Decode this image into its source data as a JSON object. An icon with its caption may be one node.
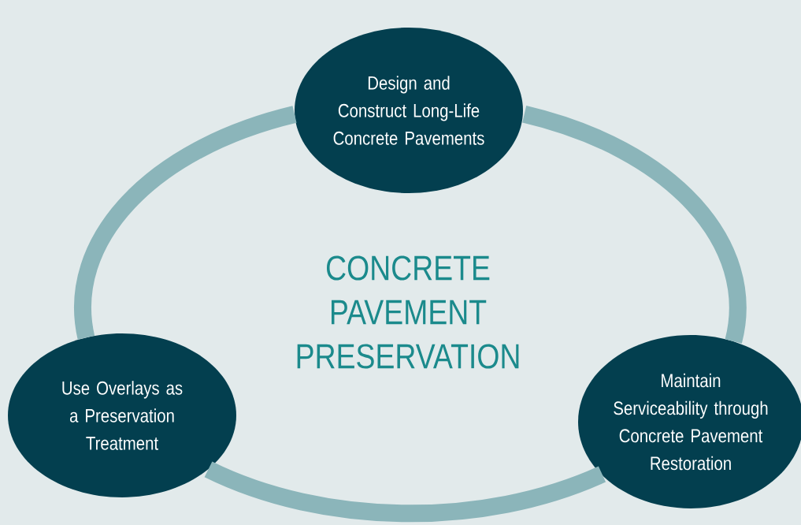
{
  "diagram": {
    "nodes": [
      {
        "text": [
          "Design and Construct Long-Life Concrete Pavements"
        ]
      },
      {
        "text": [
          "Use Overlays as a Preservation Treatment"
        ]
      },
      {
        "text": [
          "Maintain Serviceability through Concrete Pavement Restoration"
        ]
      }
    ],
    "edges": [
      {
        "from": 0,
        "to": 1,
        "arrow": "none"
      },
      {
        "from": 1,
        "to": 2,
        "arrow": "none"
      },
      {
        "from": 2,
        "to": 0,
        "arrow": "none"
      }
    ],
    "labels": [
      "CONCRETE PAVEMENT PRESERVATION"
    ]
  }
}
